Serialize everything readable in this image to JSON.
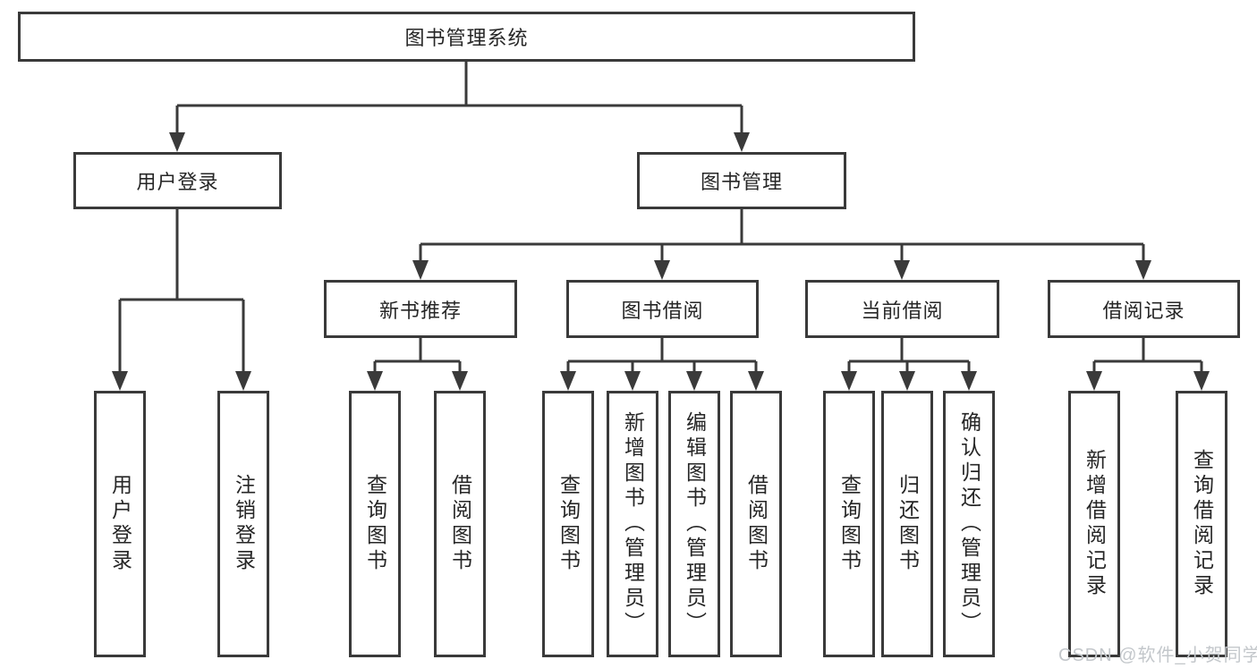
{
  "diagram": {
    "root": "图书管理系统",
    "branches": {
      "user_login": {
        "label": "用户登录",
        "children": [
          "用户登录",
          "注销登录"
        ]
      },
      "book_mgmt": {
        "label": "图书管理",
        "children": {
          "new_book_rec": {
            "label": "新书推荐",
            "children": [
              "查询图书",
              "借阅图书"
            ]
          },
          "book_borrow": {
            "label": "图书借阅",
            "children": [
              "查询图书",
              "新增图书（管理员）",
              "编辑图书（管理员）",
              "借阅图书"
            ]
          },
          "current_borrow": {
            "label": "当前借阅",
            "children": [
              "查询图书",
              "归还图书",
              "确认归还（管理员）"
            ]
          },
          "borrow_records": {
            "label": "借阅记录",
            "children": [
              "新增借阅记录",
              "查询借阅记录"
            ]
          }
        }
      }
    }
  },
  "watermark": "CSDN @软件_小贺同学",
  "colors": {
    "line": "#3a3a3a",
    "text": "#262626",
    "watermark": "#c3c7cb",
    "background": "#ffffff"
  }
}
